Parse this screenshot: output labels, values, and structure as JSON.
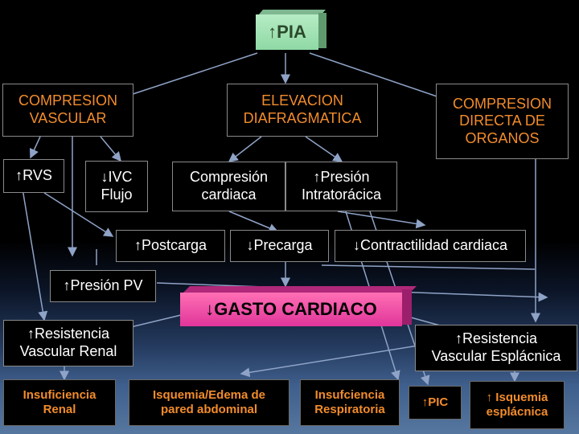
{
  "diagram": {
    "pia": "↑PIA",
    "compresion_vascular": "COMPRESION\nVASCULAR",
    "elevacion_diafragmatica": "ELEVACION\nDIAFRAGMATICA",
    "compresion_directa": "COMPRESION\nDIRECTA DE\nORGANOS",
    "rvs": "↑RVS",
    "ivc_flujo": "↓IVC\nFlujo",
    "compresion_cardiaca": "Compresión\ncardiaca",
    "presion_intratoracica": "↑Presión\nIntratorácica",
    "postcarga": "↑Postcarga",
    "precarga": "↓Precarga",
    "contractilidad": "↓Contractilidad cardiaca",
    "presion_pv": "↑Presión PV",
    "gasto_cardiaco": "↓GASTO CARDIACO",
    "resistencia_renal": "↑Resistencia\nVascular Renal",
    "resistencia_esplacnica": "↑Resistencia\nVascular Esplácnica",
    "insuficiencia_renal": "Insuficiencia\nRenal",
    "isquemia_edema": "Isquemia/Edema de\npared abdominal",
    "insuficiencia_respiratoria": "Insufciencia\nRespiratoria",
    "pic": "↑PIC",
    "isquemia_esplacnica": "↑ Isquemia\nesplácnica"
  },
  "colors": {
    "orange_text": "#f28c2c",
    "white_text": "#ffffff",
    "pia_box": "#a8e6b8",
    "gasto_box": "#f04aa6",
    "connector": "#8fa3c7"
  }
}
